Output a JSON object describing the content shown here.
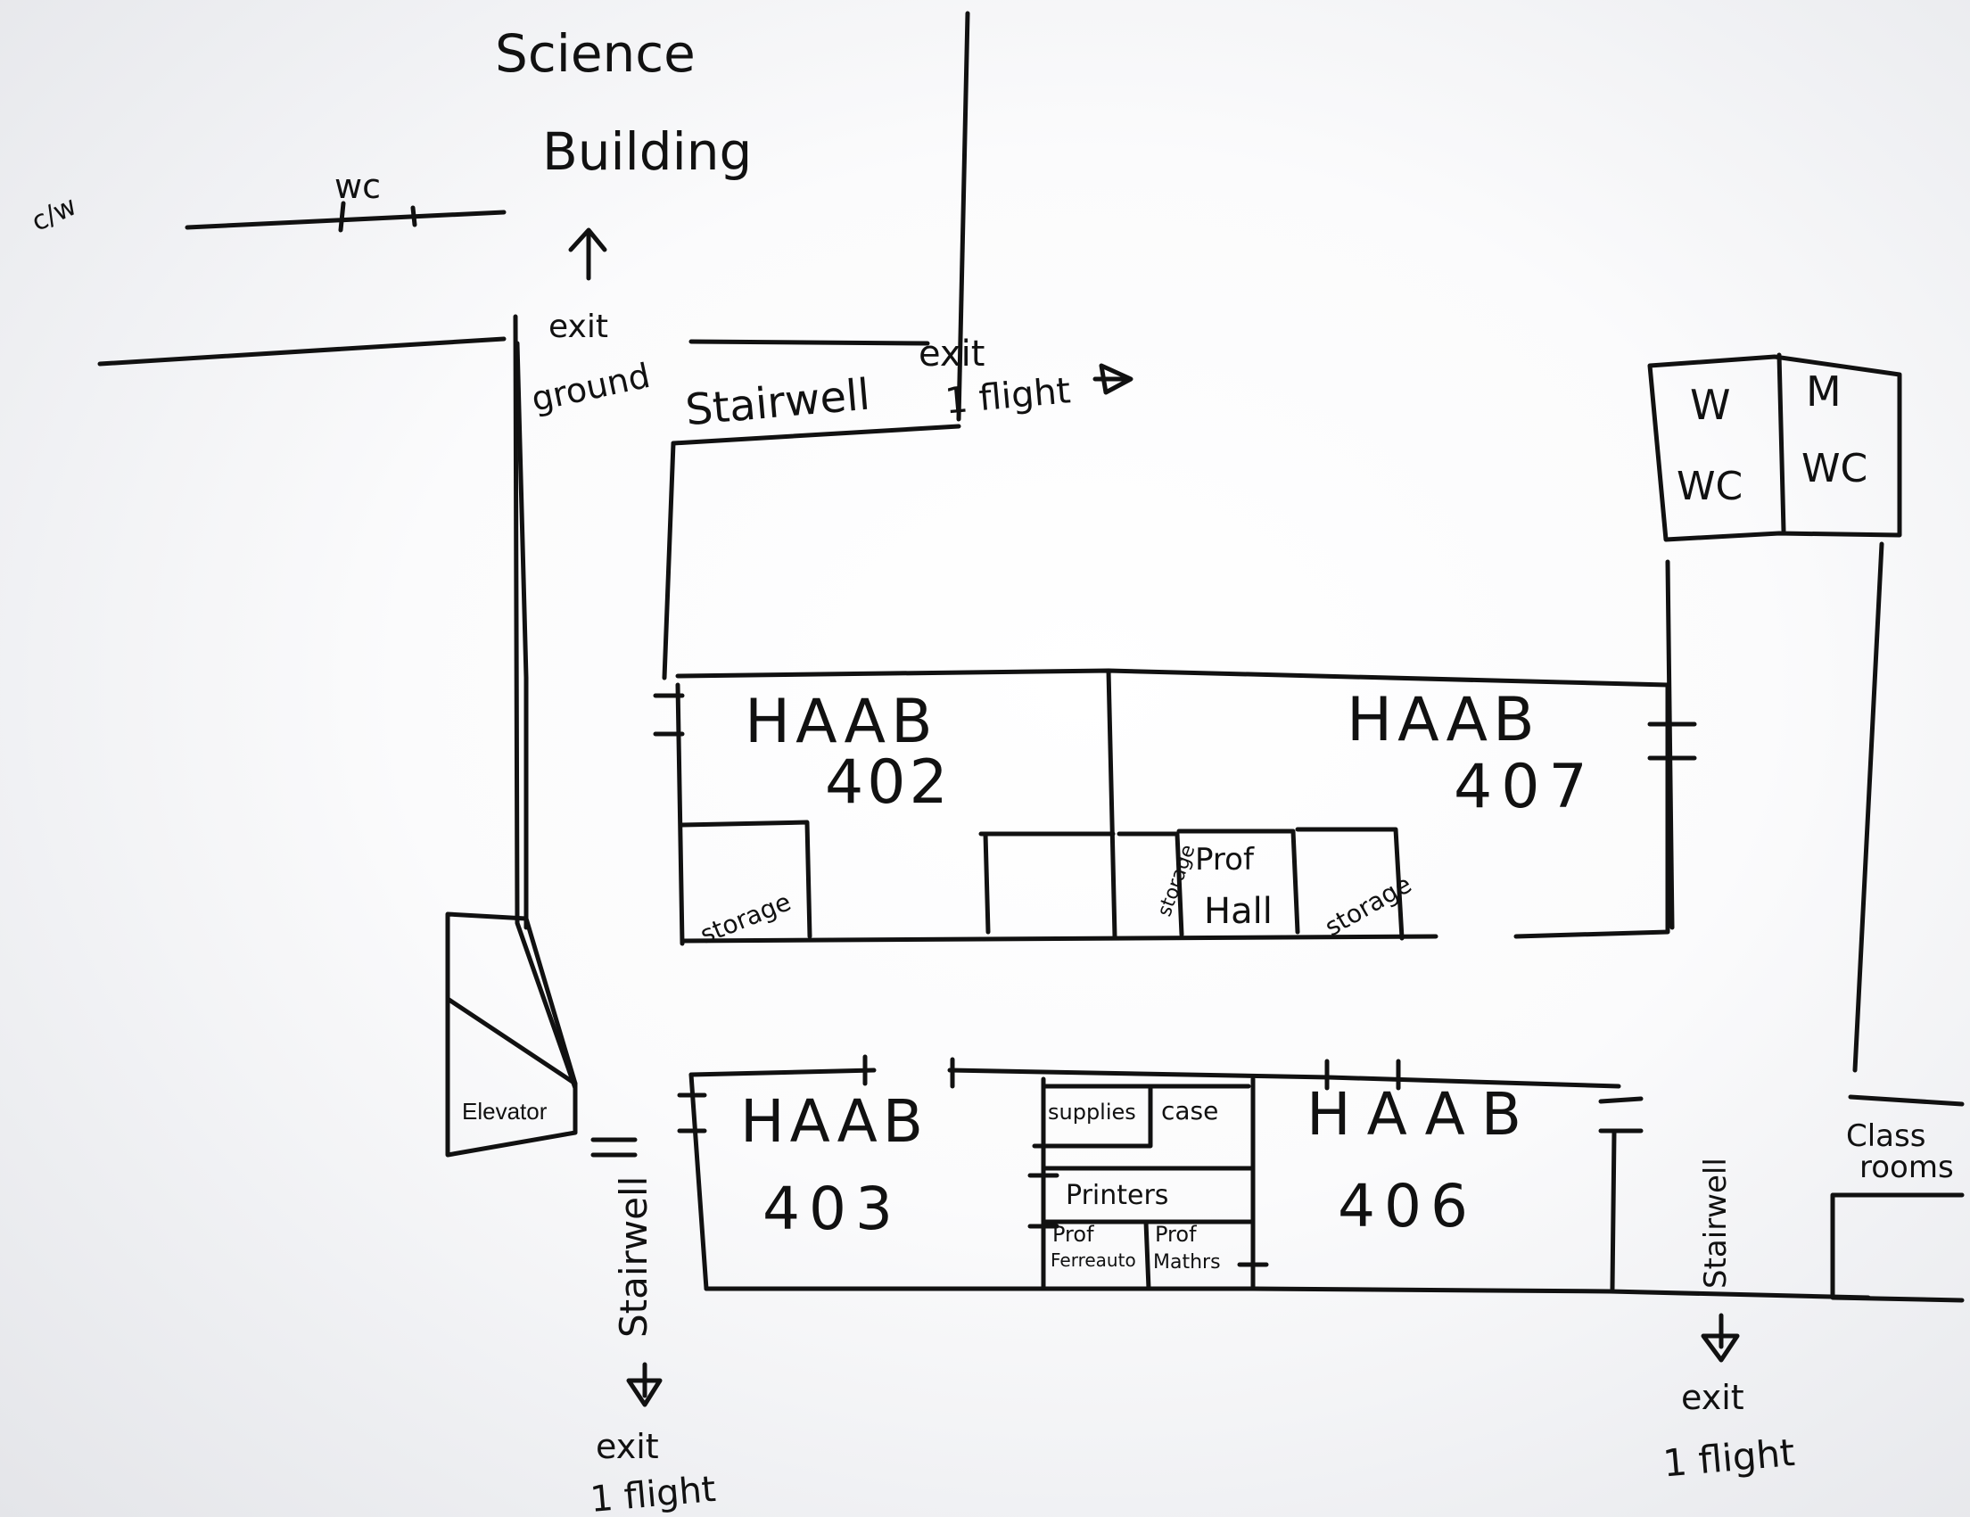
{
  "title": {
    "line1": "Science",
    "line2": "Building"
  },
  "labels": {
    "top_left_mark": "c/w",
    "top_left_wc": "wc",
    "exit_ground_1": "exit",
    "exit_ground_2": "ground",
    "stairwell_top": "Stairwell",
    "exit_flight_top_1": "exit",
    "exit_flight_top_2": "1 flight",
    "elevator": "Elevator",
    "stairwell_left": "Stairwell",
    "exit_flight_bottom_left_1": "exit",
    "exit_flight_bottom_left_2": "1 flight",
    "stairwell_right": "Stairwell",
    "exit_flight_bottom_right_1": "exit",
    "exit_flight_bottom_right_2": "1 flight",
    "classrooms_1": "Class",
    "classrooms_2": "rooms"
  },
  "restrooms": {
    "women_1": "W",
    "women_2": "WC",
    "men_1": "M",
    "men_2": "WC"
  },
  "rooms": {
    "r402_name": "HAAB",
    "r402_num": "402",
    "r407_name": "HAAB",
    "r407_num": "407",
    "r403_name": "HAAB",
    "r403_num": "403",
    "r406_name": "HAAB",
    "r406_num": "406"
  },
  "small_rooms": {
    "storage_402": "storage",
    "storage_407a": "storage",
    "prof_hall_1": "Prof",
    "prof_hall_2": "Hall",
    "storage_407b": "storage",
    "supplies": "supplies",
    "case": "case",
    "printers": "Printers",
    "prof_ferreauto_1": "Prof",
    "prof_ferreauto_2": "Ferreauto",
    "prof_mathrs_1": "Prof",
    "prof_mathrs_2": "Mathrs"
  },
  "colors": {
    "ink": "#111111",
    "paper": "#ffffff",
    "paper_edge": "#e4e5e9"
  }
}
